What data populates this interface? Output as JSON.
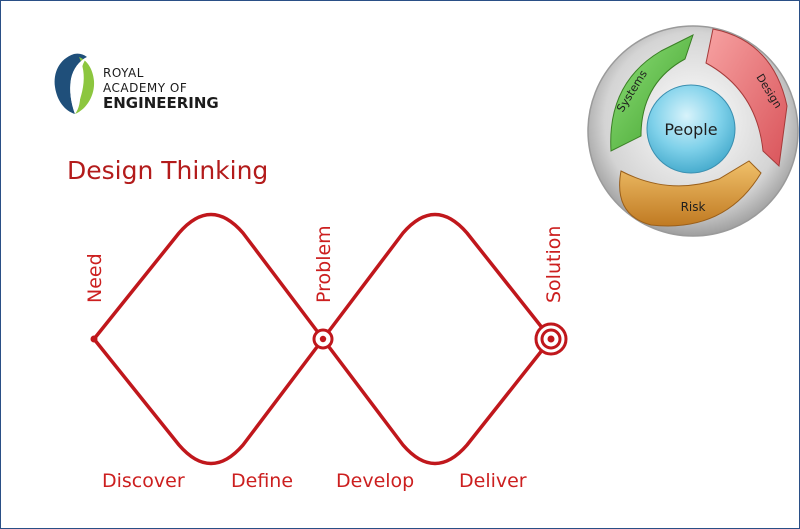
{
  "logo": {
    "line1": "ROYAL",
    "line2": "ACADEMY OF",
    "line3": "ENGINEERING"
  },
  "title": "Design Thinking",
  "diagram": {
    "stage_labels": [
      "Need",
      "Problem",
      "Solution"
    ],
    "phase_labels": [
      "Discover",
      "Define",
      "Develop",
      "Deliver"
    ]
  },
  "wheel": {
    "center": "People",
    "segments": [
      "Systems",
      "Design",
      "Risk"
    ]
  },
  "colors": {
    "accent_red": "#c0171c",
    "border_blue": "#2a4f86",
    "segment_green": "#5fbf3f",
    "segment_red": "#e8787a",
    "segment_orange": "#d99c3c",
    "center_blue": "#7fd1ea"
  }
}
